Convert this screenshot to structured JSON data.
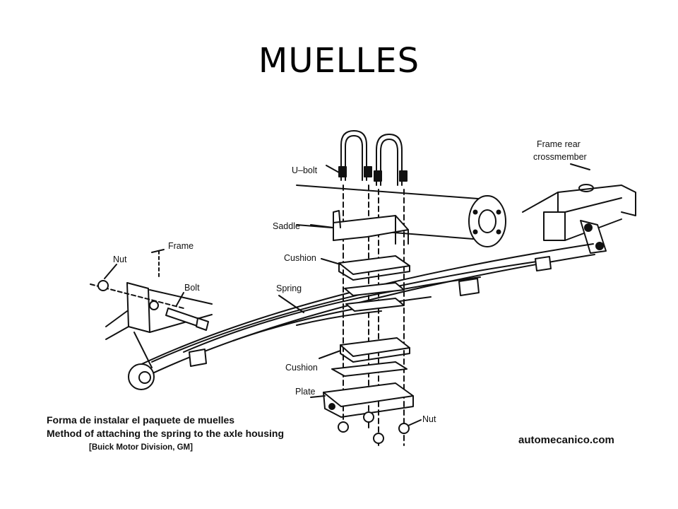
{
  "title": "MUELLES",
  "labels": {
    "ubolt": "U–bolt",
    "frame_rear_1": "Frame rear",
    "frame_rear_2": "crossmember",
    "saddle": "Saddle",
    "cushion_top": "Cushion",
    "nut_left": "Nut",
    "frame": "Frame",
    "bolt": "Bolt",
    "spring": "Spring",
    "cushion_bottom": "Cushion",
    "plate": "Plate",
    "nut_bottom": "Nut"
  },
  "caption": {
    "line1": "Forma de instalar el paquete de muelles",
    "line2": "Method of attaching the spring to the axle housing",
    "credit": "[Buick Motor Division, GM]"
  },
  "site": "automecanico.com"
}
